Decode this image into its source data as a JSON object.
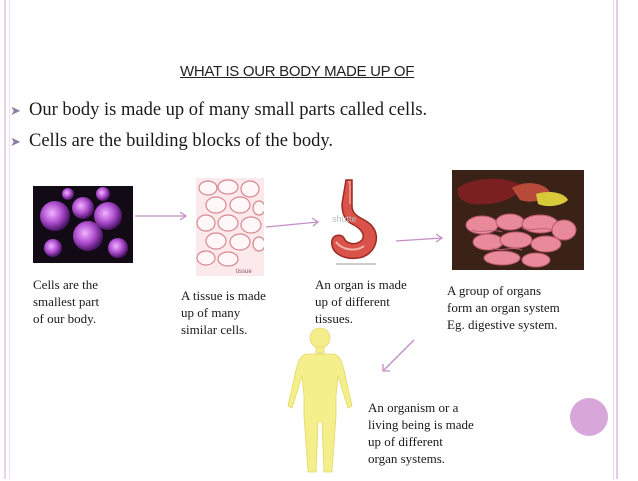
{
  "title": "WHAT IS OUR BODY MADE UP OF",
  "bullets": [
    "Our body is made up of many small parts called cells.",
    "Cells are the building blocks of the body."
  ],
  "captions": {
    "cells": [
      "Cells are the",
      "smallest part",
      "of our body."
    ],
    "tissue": [
      "A tissue is made",
      "up of many",
      "similar cells."
    ],
    "organ": [
      "An organ is made",
      "up of different",
      "tissues."
    ],
    "organ_system": [
      "A group of organs",
      "form an organ system",
      "Eg. digestive system."
    ],
    "organism": [
      "An organism or a",
      "living being is made",
      "up of different",
      "organ systems."
    ]
  },
  "image_labels": {
    "tissue": "tissue",
    "stomach": "shutte"
  },
  "colors": {
    "frame": "#e3cde2",
    "arrow": "#c48fc7",
    "accent_dot": "#d9a6d9",
    "cells": "#b04fd1",
    "human": "#f4ef8a"
  }
}
